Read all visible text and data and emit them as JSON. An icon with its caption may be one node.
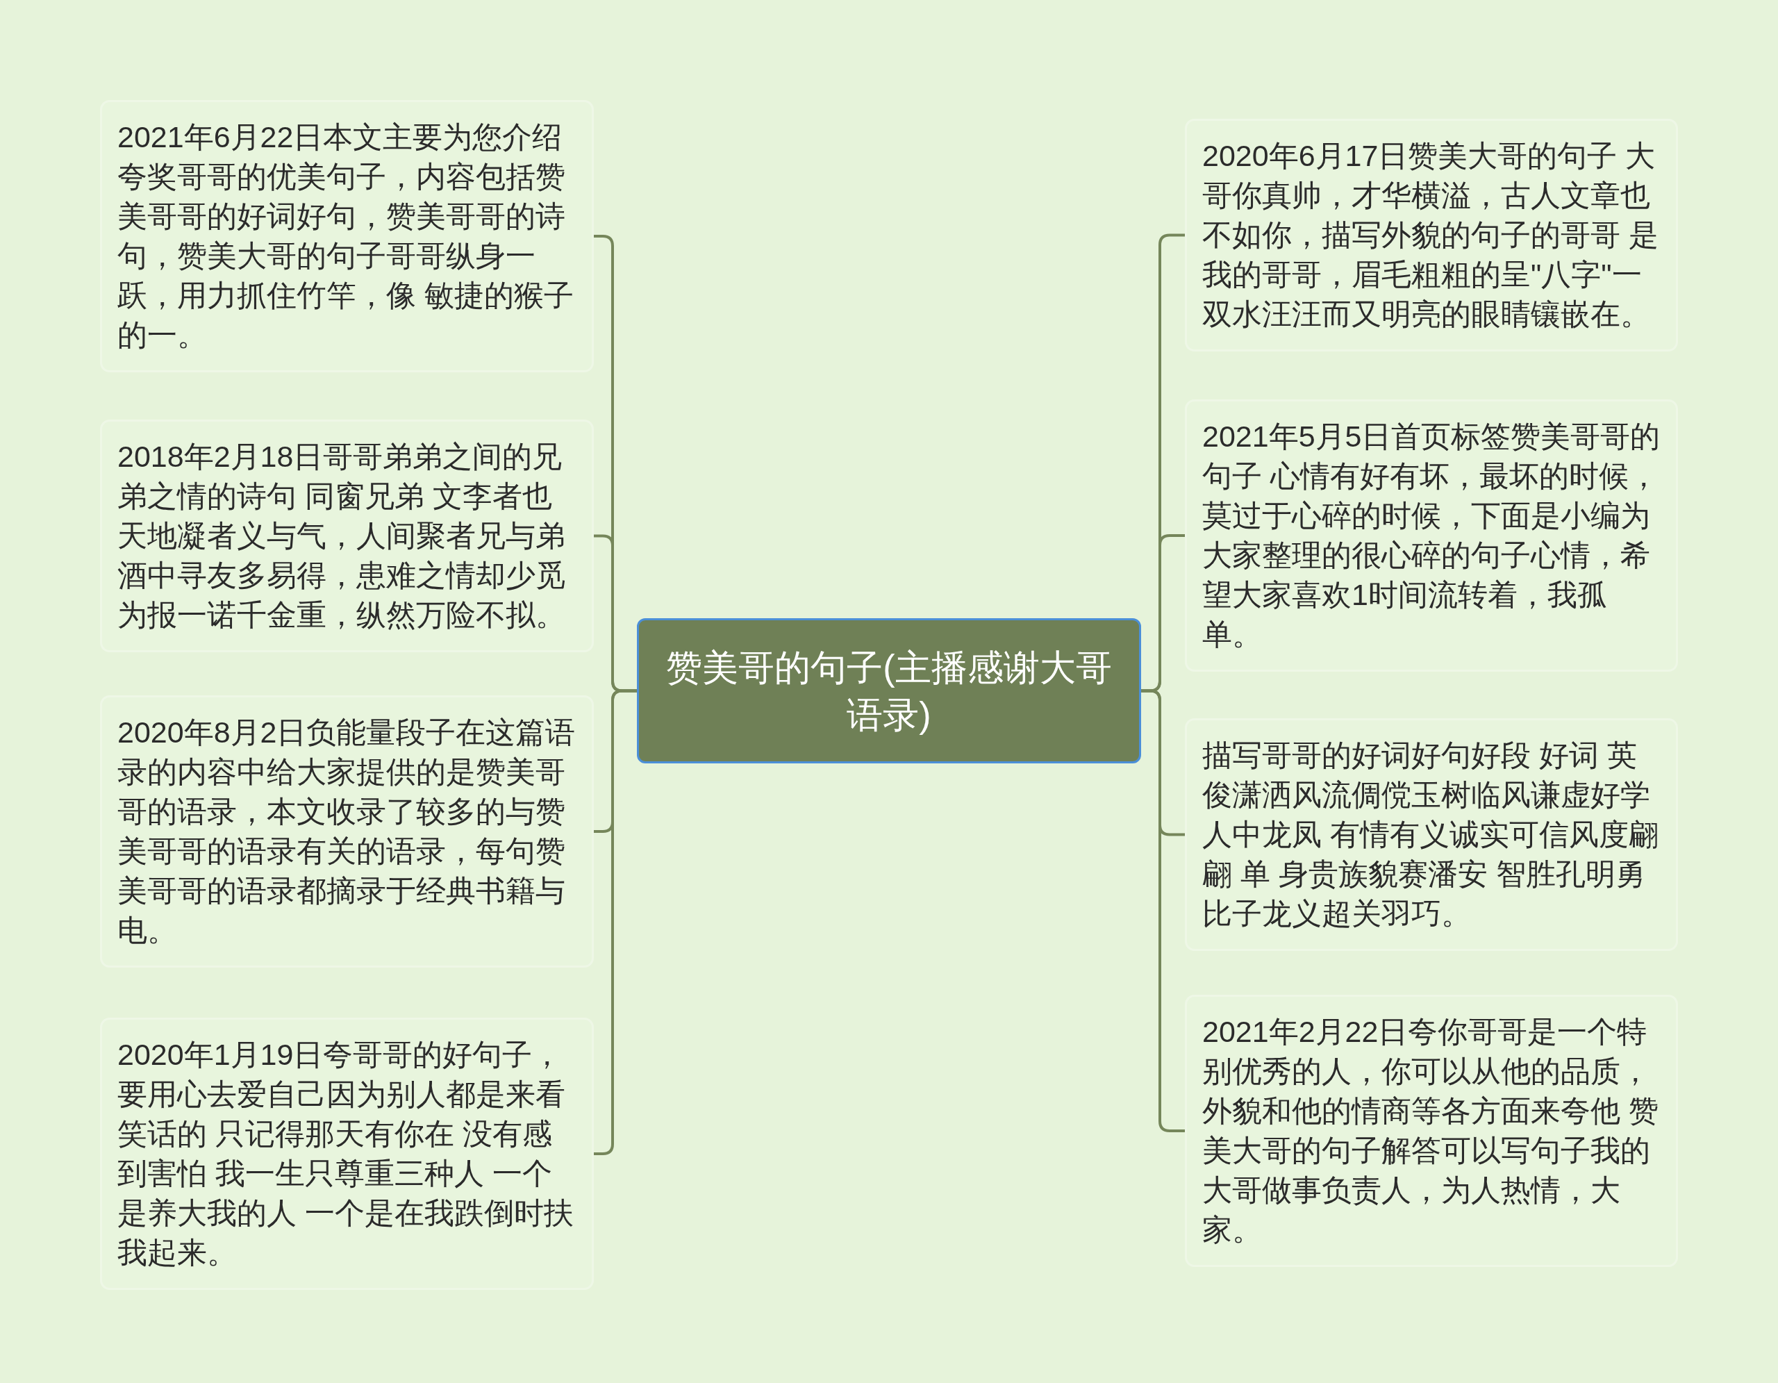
{
  "diagram": {
    "nodes": [
      {
        "text": [
          "赞美哥的句子(主播感谢大哥语录)"
        ]
      },
      {
        "text": [
          "2021年6月22日本文主要为您介绍夸奖哥哥的优美句子，内容包括赞美哥哥的好词好句，赞美哥哥的诗句，赞美大哥的句子哥哥纵身一跃，用力抓住竹竿，像 敏捷的猴子的一。"
        ]
      },
      {
        "text": [
          "2018年2月18日哥哥弟弟之间的兄弟之情的诗句 同窗兄弟 文李者也天地凝者义与气，人间聚者兄与弟酒中寻友多易得，患难之情却少觅为报一诺千金重，纵然万险不拟。"
        ]
      },
      {
        "text": [
          "2020年8月2日负能量段子在这篇语录的内容中给大家提供的是赞美哥哥的语录，本文收录了较多的与赞美哥哥的语录有关的语录，每句赞美哥哥的语录都摘录于经典书籍与电。"
        ]
      },
      {
        "text": [
          "2020年1月19日夸哥哥的好句子，要用心去爱自己因为别人都是来看笑话的 只记得那天有你在 没有感到害怕 我一生只尊重三种人 一个是养大我的人 一个是在我跌倒时扶我起来。"
        ]
      },
      {
        "text": [
          "2020年6月17日赞美大哥的句子 大哥你真帅，才华横溢，古人文章也不如你，描写外貌的句子的哥哥 是我的哥哥，眉毛粗粗的呈\"八字\"一双水汪汪而又明亮的眼睛镶嵌在。"
        ]
      },
      {
        "text": [
          "2021年5月5日首页标签赞美哥哥的句子 心情有好有坏，最坏的时候，莫过于心碎的时候，下面是小编为大家整理的很心碎的句子心情，希望大家喜欢1时间流转着，我孤单。"
        ]
      },
      {
        "text": [
          "描写哥哥的好词好句好段 好词 英俊潇洒风流倜傥玉树临风谦虚好学人中龙凤 有情有义诚实可信风度翩翩 单 身贵族貌赛潘安 智胜孔明勇比子龙义超关羽巧。"
        ]
      },
      {
        "text": [
          "2021年2月22日夸你哥哥是一个特别优秀的人，你可以从他的品质，外貌和他的情商等各方面来夸他 赞美大哥的句子解答可以写句子我的大哥做事负责人，为人热情，大家。"
        ]
      }
    ],
    "edges": [
      {
        "from": 0,
        "to": 1,
        "arrow": "none"
      },
      {
        "from": 0,
        "to": 2,
        "arrow": "none"
      },
      {
        "from": 0,
        "to": 3,
        "arrow": "none"
      },
      {
        "from": 0,
        "to": 4,
        "arrow": "none"
      },
      {
        "from": 0,
        "to": 5,
        "arrow": "none"
      },
      {
        "from": 0,
        "to": 6,
        "arrow": "none"
      },
      {
        "from": 0,
        "to": 7,
        "arrow": "none"
      },
      {
        "from": 0,
        "to": 8,
        "arrow": "none"
      }
    ]
  }
}
